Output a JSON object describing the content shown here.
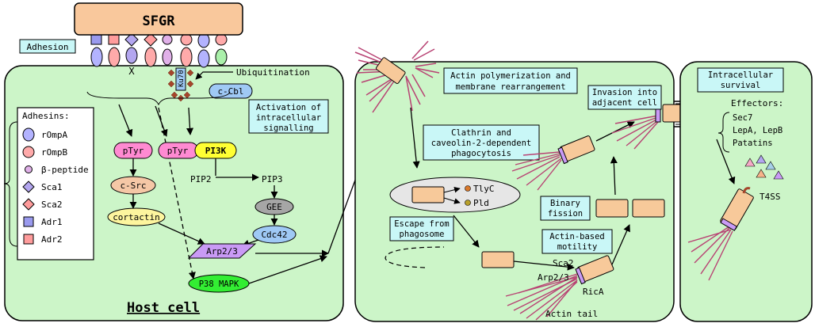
{
  "receptor": {
    "label": "SFGR"
  },
  "labels": {
    "adhesion": "Adhesion",
    "x_mark": "X",
    "ku70": "Ku70",
    "ubiquitination": "Ubiquitination",
    "ccbl": "c-Cbl",
    "activation_line1": "Activation of",
    "activation_line2": "intracellular",
    "activation_line3": "signalling",
    "host_cell": "Host cell",
    "ptyr_left": "pTyr",
    "ptyr_right": "pTyr",
    "pi3k": "PI3K",
    "csrc": "c-Src",
    "pip2": "PIP2",
    "pip3": "PIP3",
    "cortactin": "cortactin",
    "gee": "GEE",
    "cdc42": "Cdc42",
    "arp23": "Arp2/3",
    "p38": "P38 MAPK",
    "actin_poly_line1": "Actin polymerization and",
    "actin_poly_line2": "membrane rearrangement",
    "clathrin_line1": "Clathrin and",
    "clathrin_line2": "caveolin-2-dependent",
    "clathrin_line3": "phagocytosis",
    "tlyc": "TlyC",
    "pld": "Pld",
    "escape_line1": "Escape from",
    "escape_line2": "phagosome",
    "binary_line1": "Binary",
    "binary_line2": "fission",
    "invasion_line1": "Invasion into",
    "invasion_line2": "adjacent cell",
    "motility_line1": "Actin-based",
    "motility_line2": "motility",
    "sca2": "Sca2",
    "arp23_small": "Arp2/3",
    "rica": "RicA",
    "actin_tail": "Actin tail",
    "survival_line1": "Intracellular",
    "survival_line2": "survival",
    "effectors": "Effectors:",
    "sec7": "Sec7",
    "lepab": "LepA, LepB",
    "patatins": "Patatins",
    "t4ss": "T4SS"
  },
  "legend": {
    "title": "Adhesins:",
    "items": [
      {
        "label": "rOmpA",
        "shape": "ellipse",
        "color": "#b3b3ff"
      },
      {
        "label": "rOmpB",
        "shape": "circle",
        "color": "#ffaaaa"
      },
      {
        "label": "β-peptide",
        "shape": "small-circle",
        "color": "#e0b0e8"
      },
      {
        "label": "Sca1",
        "shape": "diamond",
        "color": "#b3a6ef"
      },
      {
        "label": "Sca2",
        "shape": "diamond",
        "color": "#ff9c9c"
      },
      {
        "label": "Adr1",
        "shape": "square",
        "color": "#9a9aee"
      },
      {
        "label": "Adr2",
        "shape": "square",
        "color": "#ff9c9c"
      }
    ]
  },
  "colors": {
    "cell_fill": "#ccf5c8",
    "receptor_fill": "#f9c89c",
    "label_box_fill": "#c9f7f7",
    "ptyr_fill": "#ff8ad2",
    "pi3k_fill": "#ffff33",
    "csrc_fill": "#f5c7a6",
    "cortactin_fill": "#fdf59e",
    "gee_fill": "#a6a6a6",
    "cdc42_fill": "#9fc9f5",
    "arp_fill": "#c99af5",
    "p38_fill": "#33ee33",
    "bacterium_fill": "#f7c99a",
    "actin_color": "#b84273",
    "ku70_fill": "#9fc9f5",
    "ubiq_color": "#a5452a"
  }
}
